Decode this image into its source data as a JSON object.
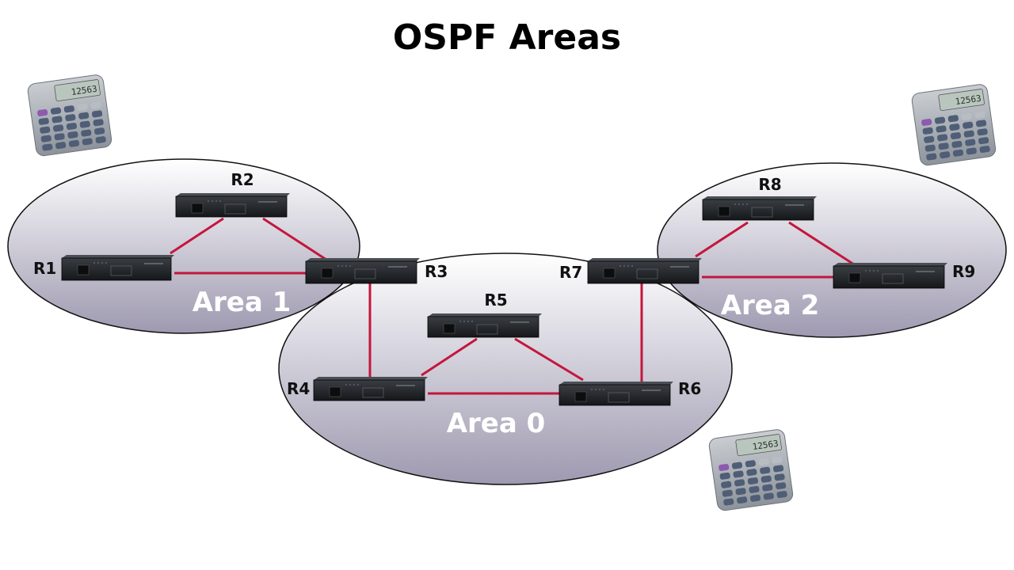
{
  "title": "OSPF Areas",
  "colors": {
    "link": "#c4163c",
    "area_fill_top": "#ffffff",
    "area_fill_bottom": "#9e99b0",
    "area_stroke": "#111111",
    "router_body": "#1e2124",
    "area_label": "#ffffff"
  },
  "routers": [
    {
      "id": "R1",
      "label": "R1",
      "area": "Area 1"
    },
    {
      "id": "R2",
      "label": "R2",
      "area": "Area 1"
    },
    {
      "id": "R3",
      "label": "R3",
      "area": "Area 1 / Area 0"
    },
    {
      "id": "R4",
      "label": "R4",
      "area": "Area 0"
    },
    {
      "id": "R5",
      "label": "R5",
      "area": "Area 0"
    },
    {
      "id": "R6",
      "label": "R6",
      "area": "Area 0"
    },
    {
      "id": "R7",
      "label": "R7",
      "area": "Area 0 / Area 2"
    },
    {
      "id": "R8",
      "label": "R8",
      "area": "Area 2"
    },
    {
      "id": "R9",
      "label": "R9",
      "area": "Area 2"
    }
  ],
  "areas": [
    {
      "id": "area1",
      "label": "Area 1"
    },
    {
      "id": "area0",
      "label": "Area 0"
    },
    {
      "id": "area2",
      "label": "Area 2"
    }
  ],
  "links": [
    [
      "R1",
      "R2"
    ],
    [
      "R1",
      "R3"
    ],
    [
      "R2",
      "R3"
    ],
    [
      "R3",
      "R4"
    ],
    [
      "R4",
      "R5"
    ],
    [
      "R4",
      "R6"
    ],
    [
      "R5",
      "R6"
    ],
    [
      "R6",
      "R7"
    ],
    [
      "R7",
      "R8"
    ],
    [
      "R7",
      "R9"
    ],
    [
      "R8",
      "R9"
    ]
  ],
  "calculators": [
    {
      "id": "calc-1",
      "display": "12563"
    },
    {
      "id": "calc-2",
      "display": "12563"
    },
    {
      "id": "calc-3",
      "display": "12563"
    }
  ]
}
